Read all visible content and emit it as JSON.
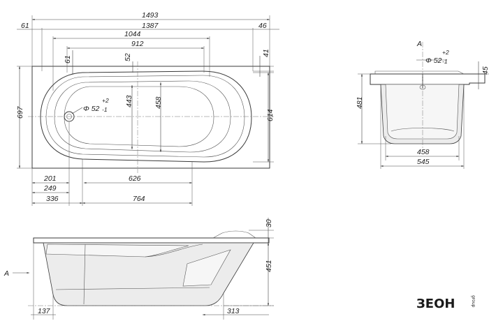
{
  "top_view": {
    "dims": {
      "overall_length": "1493",
      "inner_1387": "1387",
      "inner_1044": "1044",
      "inner_912": "912",
      "left_offset": "61",
      "right_offset": "46",
      "rim_41": "41",
      "drain_offset_61": "61",
      "center_52": "52",
      "overall_width": "697",
      "width_614": "614",
      "width_443": "443",
      "width_458": "458",
      "drain_label": "Φ 52",
      "drain_tol_plus": "+2",
      "drain_tol_minus": "-1",
      "bottom_201": "201",
      "bottom_249": "249",
      "bottom_336": "336",
      "bottom_626": "626",
      "bottom_764": "764"
    }
  },
  "section_view": {
    "label_a": "A",
    "dims": {
      "height_481": "481",
      "rim_45": "45",
      "bottom_458": "458",
      "bottom_545": "545",
      "drain_label": "Φ 52",
      "drain_tol_plus": "+2",
      "drain_tol_minus": "-1"
    }
  },
  "side_view": {
    "arrow_label": "A",
    "dims": {
      "height_30": "30",
      "height_451": "451",
      "left_137": "137",
      "right_313": "313"
    }
  },
  "logo": {
    "brand": "ЗЕОН",
    "side_text": "group"
  }
}
